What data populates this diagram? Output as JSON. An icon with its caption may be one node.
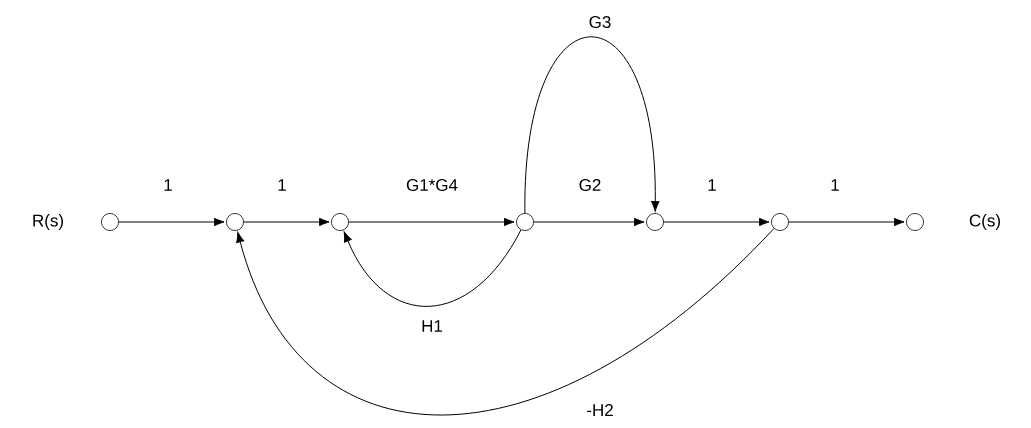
{
  "diagram": {
    "nodes": [
      {
        "text": [],
        "shape": "circle",
        "beside": [
          "R(s)"
        ]
      },
      {
        "text": [],
        "shape": "circle"
      },
      {
        "text": [],
        "shape": "circle"
      },
      {
        "text": [],
        "shape": "circle"
      },
      {
        "text": [],
        "shape": "circle"
      },
      {
        "text": [],
        "shape": "circle"
      },
      {
        "text": [],
        "shape": "circle",
        "beside": [
          "C(s)"
        ]
      }
    ],
    "edges": [
      {
        "from": 0,
        "to": 1,
        "arrow": "to",
        "label": "1"
      },
      {
        "from": 1,
        "to": 2,
        "arrow": "to",
        "label": "1"
      },
      {
        "from": 2,
        "to": 3,
        "arrow": "to",
        "label": "G1*G4"
      },
      {
        "from": 3,
        "to": 4,
        "arrow": "to",
        "label": "G2"
      },
      {
        "from": 4,
        "to": 5,
        "arrow": "to",
        "label": "1"
      },
      {
        "from": 5,
        "to": 6,
        "arrow": "to",
        "label": "1"
      },
      {
        "from": 3,
        "to": 4,
        "arrow": "to",
        "label": "G3"
      },
      {
        "from": 3,
        "to": 2,
        "arrow": "to",
        "label": "H1"
      },
      {
        "from": 5,
        "to": 1,
        "arrow": "to",
        "label": "-H2"
      }
    ]
  }
}
